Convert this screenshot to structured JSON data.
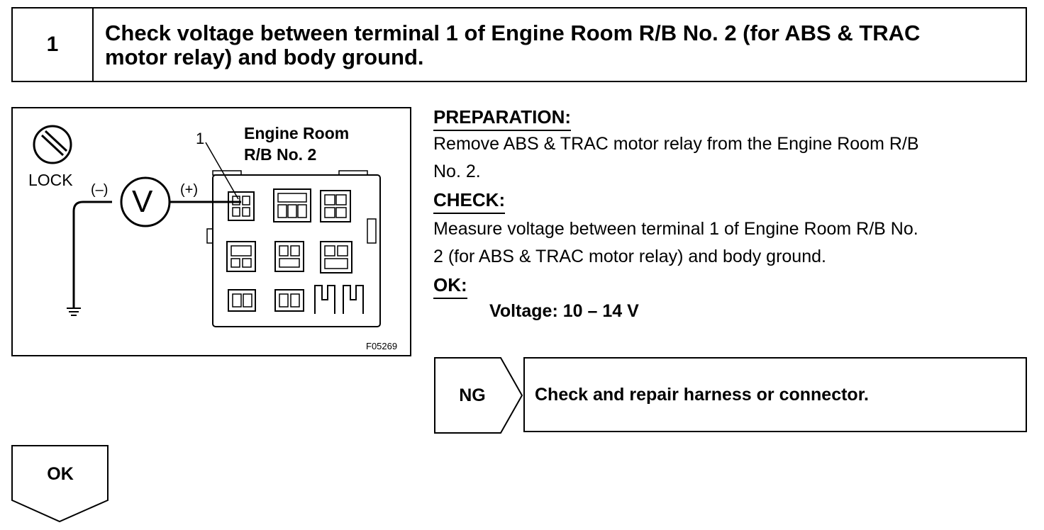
{
  "step": {
    "number": "1",
    "title_line1": "Check voltage between terminal 1 of Engine Room R/B No. 2 (for ABS & TRAC",
    "title_line2": "motor relay) and body ground."
  },
  "figure": {
    "lock_label": "LOCK",
    "meter_symbol": "V",
    "negative_label": "(–)",
    "positive_label": "(+)",
    "terminal_label": "1",
    "block_label_line1": "Engine Room",
    "block_label_line2": "R/B No. 2",
    "figure_code": "F05269"
  },
  "preparation": {
    "heading": "PREPARATION:",
    "line1": "Remove ABS & TRAC motor relay from the Engine Room R/B",
    "line2": "No. 2."
  },
  "check": {
    "heading": "CHECK:",
    "line1": "Measure voltage between terminal 1 of Engine Room R/B No.",
    "line2": "2 (for ABS & TRAC motor relay) and body ground."
  },
  "ok": {
    "heading": "OK:",
    "spec": "Voltage: 10 – 14 V"
  },
  "ng_result": {
    "tag": "NG",
    "action": "Check and repair harness or connector."
  },
  "ok_result": {
    "tag": "OK"
  }
}
